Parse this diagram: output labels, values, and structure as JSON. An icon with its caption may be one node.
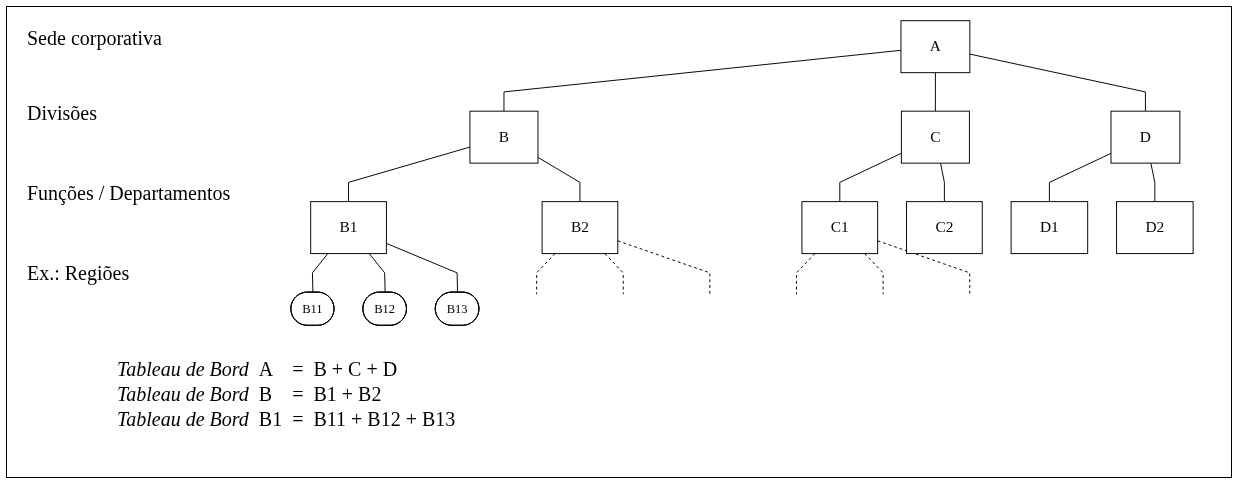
{
  "diagram": {
    "nodes": [
      {
        "text": [
          "A"
        ]
      },
      {
        "text": [
          "B"
        ]
      },
      {
        "text": [
          "C"
        ]
      },
      {
        "text": [
          "D"
        ]
      },
      {
        "text": [
          "B1"
        ]
      },
      {
        "text": [
          "B2"
        ]
      },
      {
        "text": [
          "C1"
        ]
      },
      {
        "text": [
          "C2"
        ]
      },
      {
        "text": [
          "D1"
        ]
      },
      {
        "text": [
          "D2"
        ]
      },
      {
        "text": [
          "B11"
        ]
      },
      {
        "text": [
          "B12"
        ]
      },
      {
        "text": [
          "B13"
        ]
      }
    ],
    "edges": [
      {
        "from": 0,
        "to": 1,
        "arrow": "none"
      },
      {
        "from": 0,
        "to": 2,
        "arrow": "none"
      },
      {
        "from": 0,
        "to": 3,
        "arrow": "none"
      },
      {
        "from": 1,
        "to": 4,
        "arrow": "none"
      },
      {
        "from": 1,
        "to": 5,
        "arrow": "none"
      },
      {
        "from": 2,
        "to": 6,
        "arrow": "none"
      },
      {
        "from": 2,
        "to": 7,
        "arrow": "none"
      },
      {
        "from": 3,
        "to": 8,
        "arrow": "none"
      },
      {
        "from": 3,
        "to": 9,
        "arrow": "none"
      },
      {
        "from": 4,
        "to": 10,
        "arrow": "none"
      },
      {
        "from": 4,
        "to": 11,
        "arrow": "none"
      },
      {
        "from": 4,
        "to": 12,
        "arrow": "none"
      },
      {
        "from": 5,
        "to": null,
        "arrow": "none",
        "style": "dashed"
      },
      {
        "from": 5,
        "to": null,
        "arrow": "none",
        "style": "dashed"
      },
      {
        "from": 5,
        "to": null,
        "arrow": "none",
        "style": "dashed"
      },
      {
        "from": 6,
        "to": null,
        "arrow": "none",
        "style": "dashed"
      },
      {
        "from": 6,
        "to": null,
        "arrow": "none",
        "style": "dashed"
      },
      {
        "from": 6,
        "to": null,
        "arrow": "none",
        "style": "dashed"
      }
    ],
    "labels": [
      "Sede corporativa",
      "Divisões",
      "Funções / Departamentos",
      "Ex.: Regiões",
      "Tableau de Bord",
      "A",
      "=",
      "B + C + D",
      "Tableau de Bord",
      "B",
      "=",
      "B1 + B2",
      "Tableau de Bord",
      "B1",
      "=",
      "B11 + B12 + B13"
    ]
  }
}
